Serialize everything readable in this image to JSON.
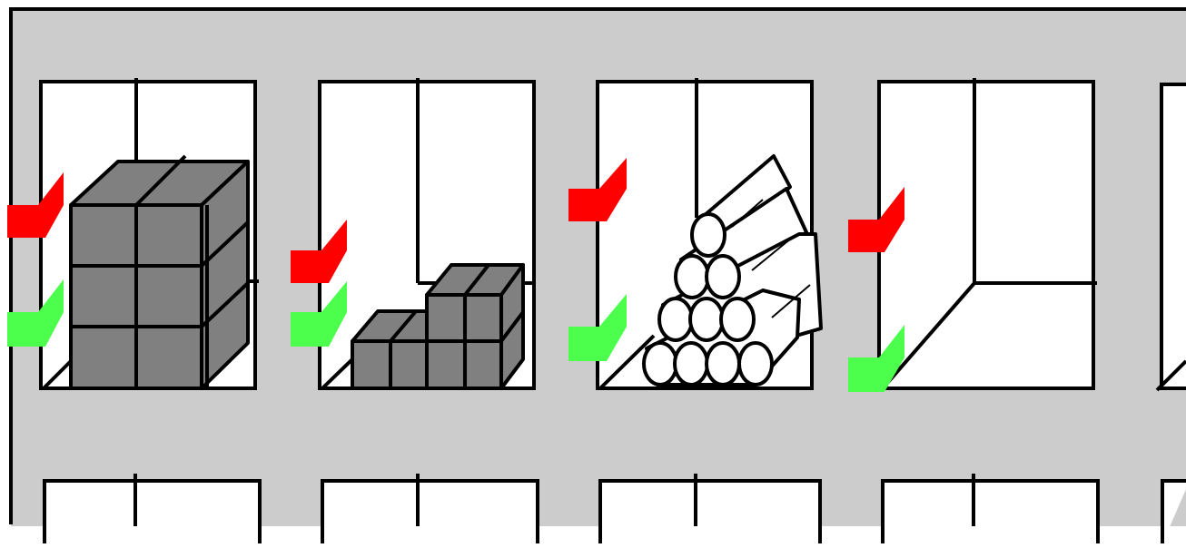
{
  "colors": {
    "background": "#cccccc",
    "outline": "#000000",
    "rack_bay_fill": "#ffffff",
    "box_fill": "#808080",
    "marker_red": "#ff0000",
    "marker_green": "#4cff4c",
    "log_fill": "#ffffff"
  },
  "rack": {
    "bays": [
      {
        "content": "stacked-boxes-large",
        "markers": [
          "red",
          "green"
        ]
      },
      {
        "content": "stacked-boxes-stepped",
        "markers": [
          "red",
          "green"
        ]
      },
      {
        "content": "log-pile",
        "markers": [
          "red",
          "green"
        ]
      },
      {
        "content": "empty",
        "markers": [
          "red",
          "green"
        ]
      },
      {
        "content": "partial-bay-cut-off",
        "markers": []
      }
    ],
    "lower_bays_count": 5
  }
}
